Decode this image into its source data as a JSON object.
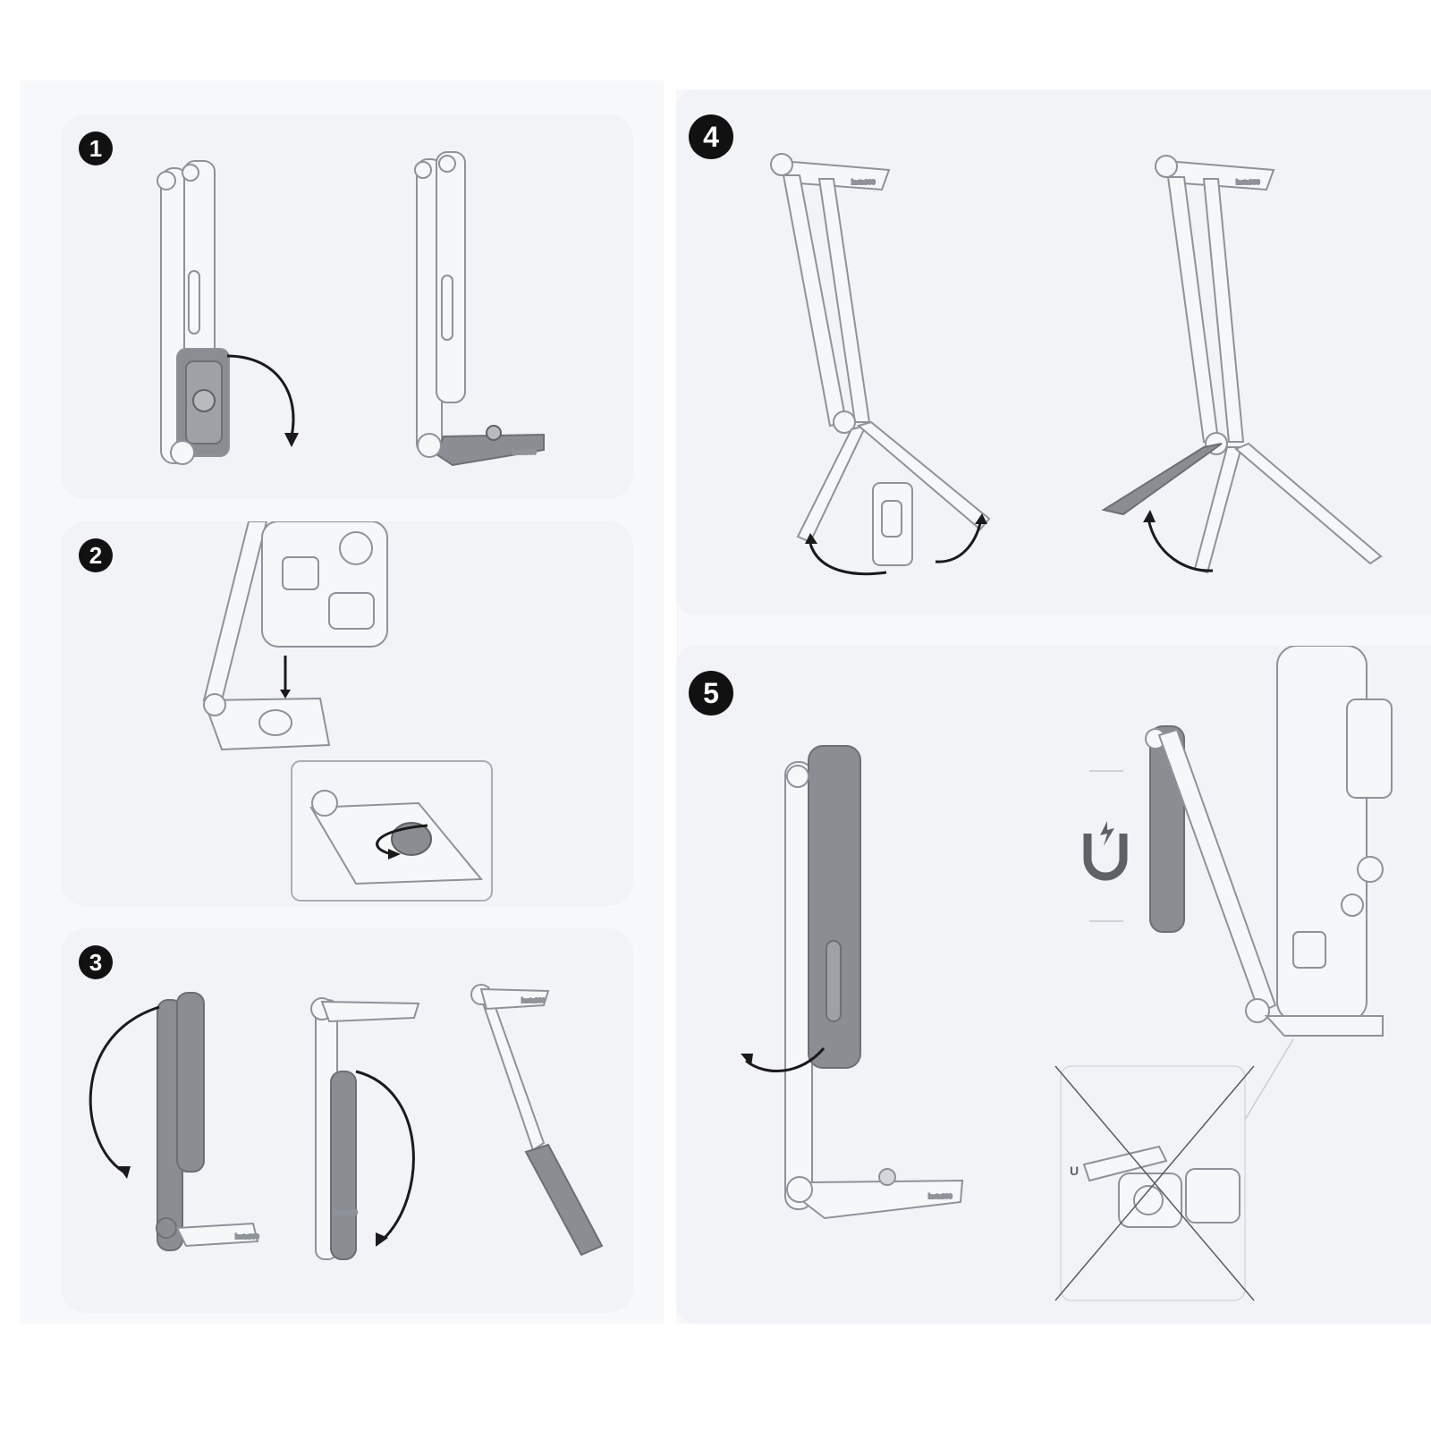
{
  "steps": [
    {
      "number": "1"
    },
    {
      "number": "2"
    },
    {
      "number": "3"
    },
    {
      "number": "4"
    },
    {
      "number": "5"
    }
  ],
  "brand": {
    "logo": "insta360"
  },
  "icons": {
    "rotate_arrow": "curved-arrow-icon",
    "magnet": "magnet-icon",
    "not_allowed": "cross-icon"
  },
  "colors": {
    "panel": "#f1f3f7",
    "outline": "#8e9299",
    "dark_part": "#7d7f84",
    "badge": "#111111",
    "arrow": "#1a1a1a"
  }
}
